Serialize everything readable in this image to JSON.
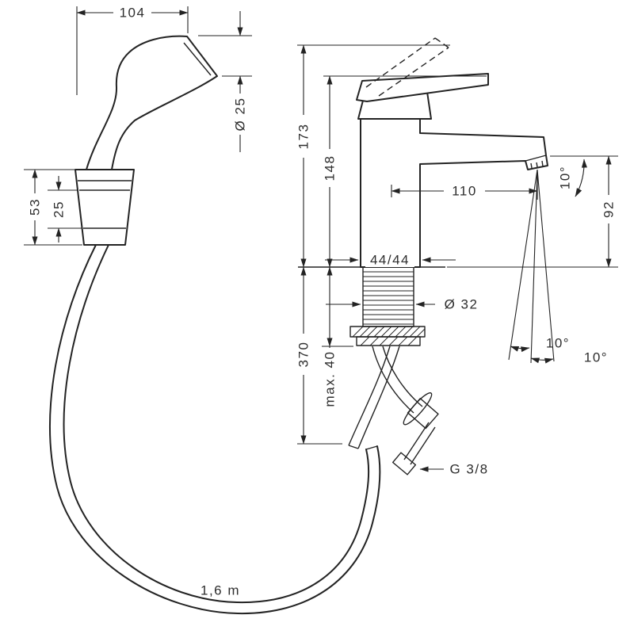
{
  "diagram": {
    "handshower": {
      "width": "104",
      "head_diameter": "Ø 25",
      "holder_height": "53",
      "holder_section": "25",
      "hose_length": "1,6 m"
    },
    "mixer": {
      "total_height": "173",
      "height_to_spout_top": "148",
      "spout_reach": "110",
      "spout_height": "92",
      "aerator_angle": "10°",
      "spray_angle_a": "10°",
      "spray_angle_b": "10°",
      "base_footprint": "44/44",
      "tap_hole_diameter": "Ø 32",
      "connection_length": "370",
      "max_deck_thickness": "max. 40",
      "connection_thread": "G 3/8"
    }
  }
}
